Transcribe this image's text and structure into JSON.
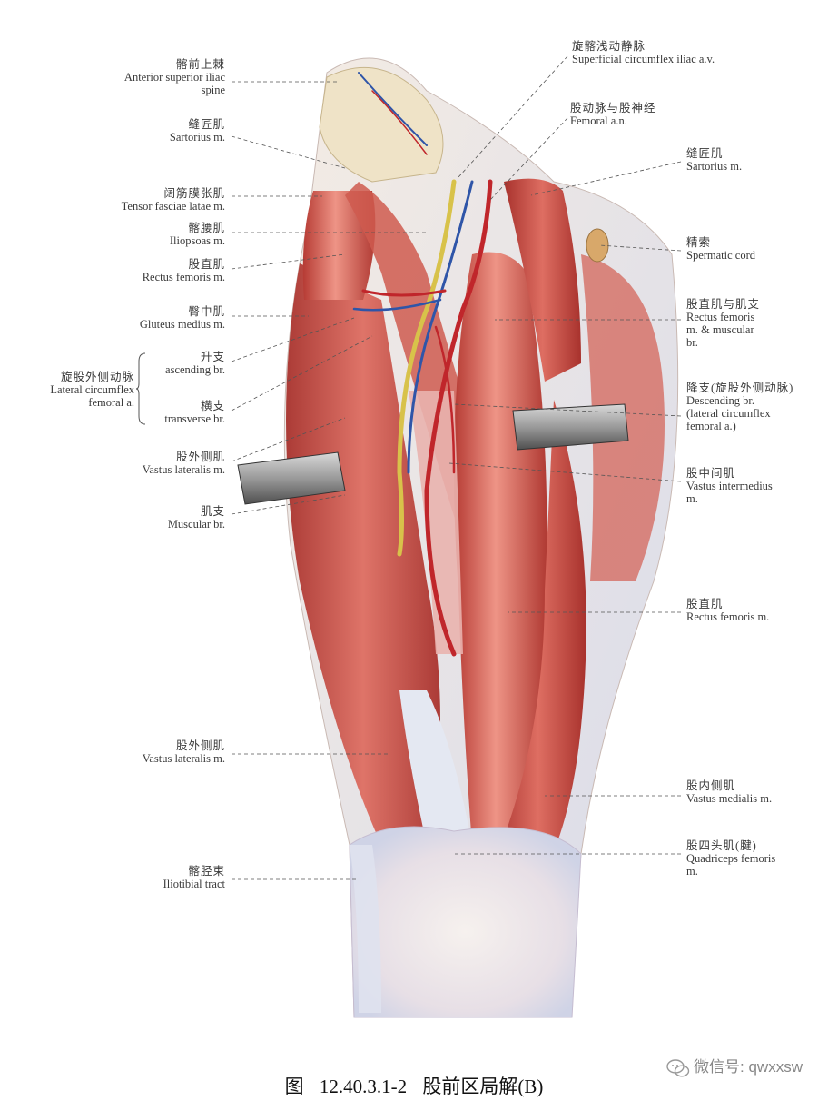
{
  "labels": {
    "l1": {
      "zh": "髂前上棘",
      "en": [
        "Anterior superior iliac",
        "spine"
      ]
    },
    "l2": {
      "zh": "缝匠肌",
      "en": [
        "Sartorius m."
      ]
    },
    "l3": {
      "zh": "阔筋膜张肌",
      "en": [
        "Tensor fasciae latae m."
      ]
    },
    "l4": {
      "zh": "髂腰肌",
      "en": [
        "Iliopsoas m."
      ]
    },
    "l5": {
      "zh": "股直肌",
      "en": [
        "Rectus femoris m."
      ]
    },
    "l6": {
      "zh": "臀中肌",
      "en": [
        "Gluteus medius m."
      ]
    },
    "l7": {
      "zh": "旋股外侧动脉",
      "en": [
        "Lateral circumflex",
        "femoral a."
      ]
    },
    "l7a": {
      "zh": "升支",
      "en": [
        "ascending br."
      ]
    },
    "l7b": {
      "zh": "横支",
      "en": [
        "transverse br."
      ]
    },
    "l8": {
      "zh": "股外侧肌",
      "en": [
        "Vastus lateralis m."
      ]
    },
    "l9": {
      "zh": "肌支",
      "en": [
        "Muscular br."
      ]
    },
    "l10": {
      "zh": "股外侧肌",
      "en": [
        "Vastus lateralis m."
      ]
    },
    "l11": {
      "zh": "髂胫束",
      "en": [
        "Iliotibial tract"
      ]
    },
    "r1": {
      "zh": "旋髂浅动静脉",
      "en": [
        "Superficial circumflex iliac a.v."
      ]
    },
    "r2": {
      "zh": "股动脉与股神经",
      "en": [
        "Femoral a.n."
      ]
    },
    "r3": {
      "zh": "缝匠肌",
      "en": [
        "Sartorius m."
      ]
    },
    "r4": {
      "zh": "精索",
      "en": [
        "Spermatic cord"
      ]
    },
    "r5": {
      "zh": "股直肌与肌支",
      "en": [
        "Rectus femoris",
        "m. & muscular",
        "br."
      ]
    },
    "r6": {
      "zh": "降支(旋股外侧动脉)",
      "en": [
        "Descending br.",
        "(lateral circumflex",
        "femoral a.)"
      ]
    },
    "r7": {
      "zh": "股中间肌",
      "en": [
        "Vastus intermedius",
        "m."
      ]
    },
    "r8": {
      "zh": "股直肌",
      "en": [
        "Rectus femoris m."
      ]
    },
    "r9": {
      "zh": "股内侧肌",
      "en": [
        "Vastus medialis m."
      ]
    },
    "r10": {
      "zh": "股四头肌(腱)",
      "en": [
        "Quadriceps femoris",
        "m."
      ]
    }
  },
  "caption": {
    "prefix": "图",
    "number": "12.40.3.1-2",
    "title": "股前区局解(B)"
  },
  "watermark": "微信号: qwxxsw",
  "colors": {
    "muscle": "#c9473f",
    "muscle_light": "#e4857a",
    "tendon": "#e8ecf3",
    "artery": "#c0262b",
    "vein": "#2f55a8",
    "nerve": "#d8c24a"
  }
}
